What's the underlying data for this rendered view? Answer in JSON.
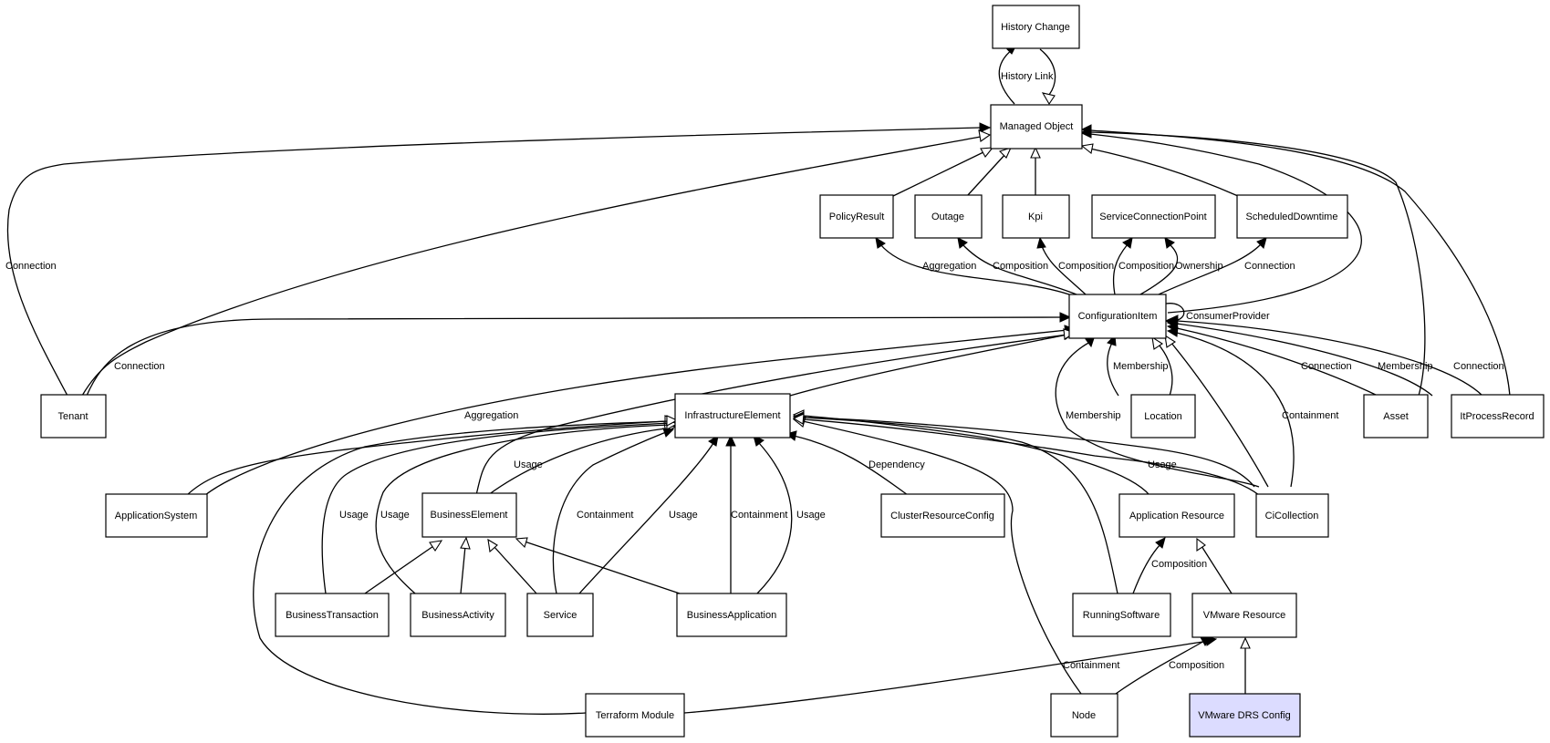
{
  "nodes": {
    "history_change": "History Change",
    "managed_object": "Managed Object",
    "policy_result": "PolicyResult",
    "outage": "Outage",
    "kpi": "Kpi",
    "service_connection_point": "ServiceConnectionPoint",
    "scheduled_downtime": "ScheduledDowntime",
    "configuration_item": "ConfigurationItem",
    "tenant": "Tenant",
    "infrastructure_element": "InfrastructureElement",
    "location": "Location",
    "asset": "Asset",
    "it_process_record": "ItProcessRecord",
    "application_system": "ApplicationSystem",
    "business_element": "BusinessElement",
    "cluster_resource_config": "ClusterResourceConfig",
    "application_resource": "Application Resource",
    "ci_collection": "CiCollection",
    "business_transaction": "BusinessTransaction",
    "business_activity": "BusinessActivity",
    "service": "Service",
    "business_application": "BusinessApplication",
    "running_software": "RunningSoftware",
    "vmware_resource": "VMware Resource",
    "terraform_module": "Terraform Module",
    "node": "Node",
    "vmware_drs_config": "VMware DRS Config"
  },
  "edge_labels": {
    "history_link": "History Link",
    "connection_tenant_mo": "Connection",
    "connection_tenant_ci": "Connection",
    "aggregation_policy": "Aggregation",
    "composition_outage": "Composition",
    "composition_kpi": "Composition",
    "composition_scp": "Composition",
    "ownership_scp": "Ownership",
    "connection_sd": "Connection",
    "consumer_provider": "ConsumerProvider",
    "membership_location": "Membership",
    "membership_cicollection": "Membership",
    "containment_cicollection": "Containment",
    "connection_asset": "Connection",
    "membership_itprocess": "Membership",
    "connection_itprocess": "Connection",
    "aggregation_appsys": "Aggregation",
    "usage_be": "Usage",
    "usage_bt": "Usage",
    "usage_ba": "Usage",
    "containment_service": "Containment",
    "usage_service": "Usage",
    "containment_bapp": "Containment",
    "usage_bapp": "Usage",
    "dependency_cluster": "Dependency",
    "usage_cicollection": "Usage",
    "composition_running": "Composition",
    "containment_node": "Containment",
    "composition_node": "Composition"
  },
  "colors": {
    "highlight_fill": "#dcdcff",
    "default_fill": "#ffffff",
    "stroke": "#000000"
  }
}
